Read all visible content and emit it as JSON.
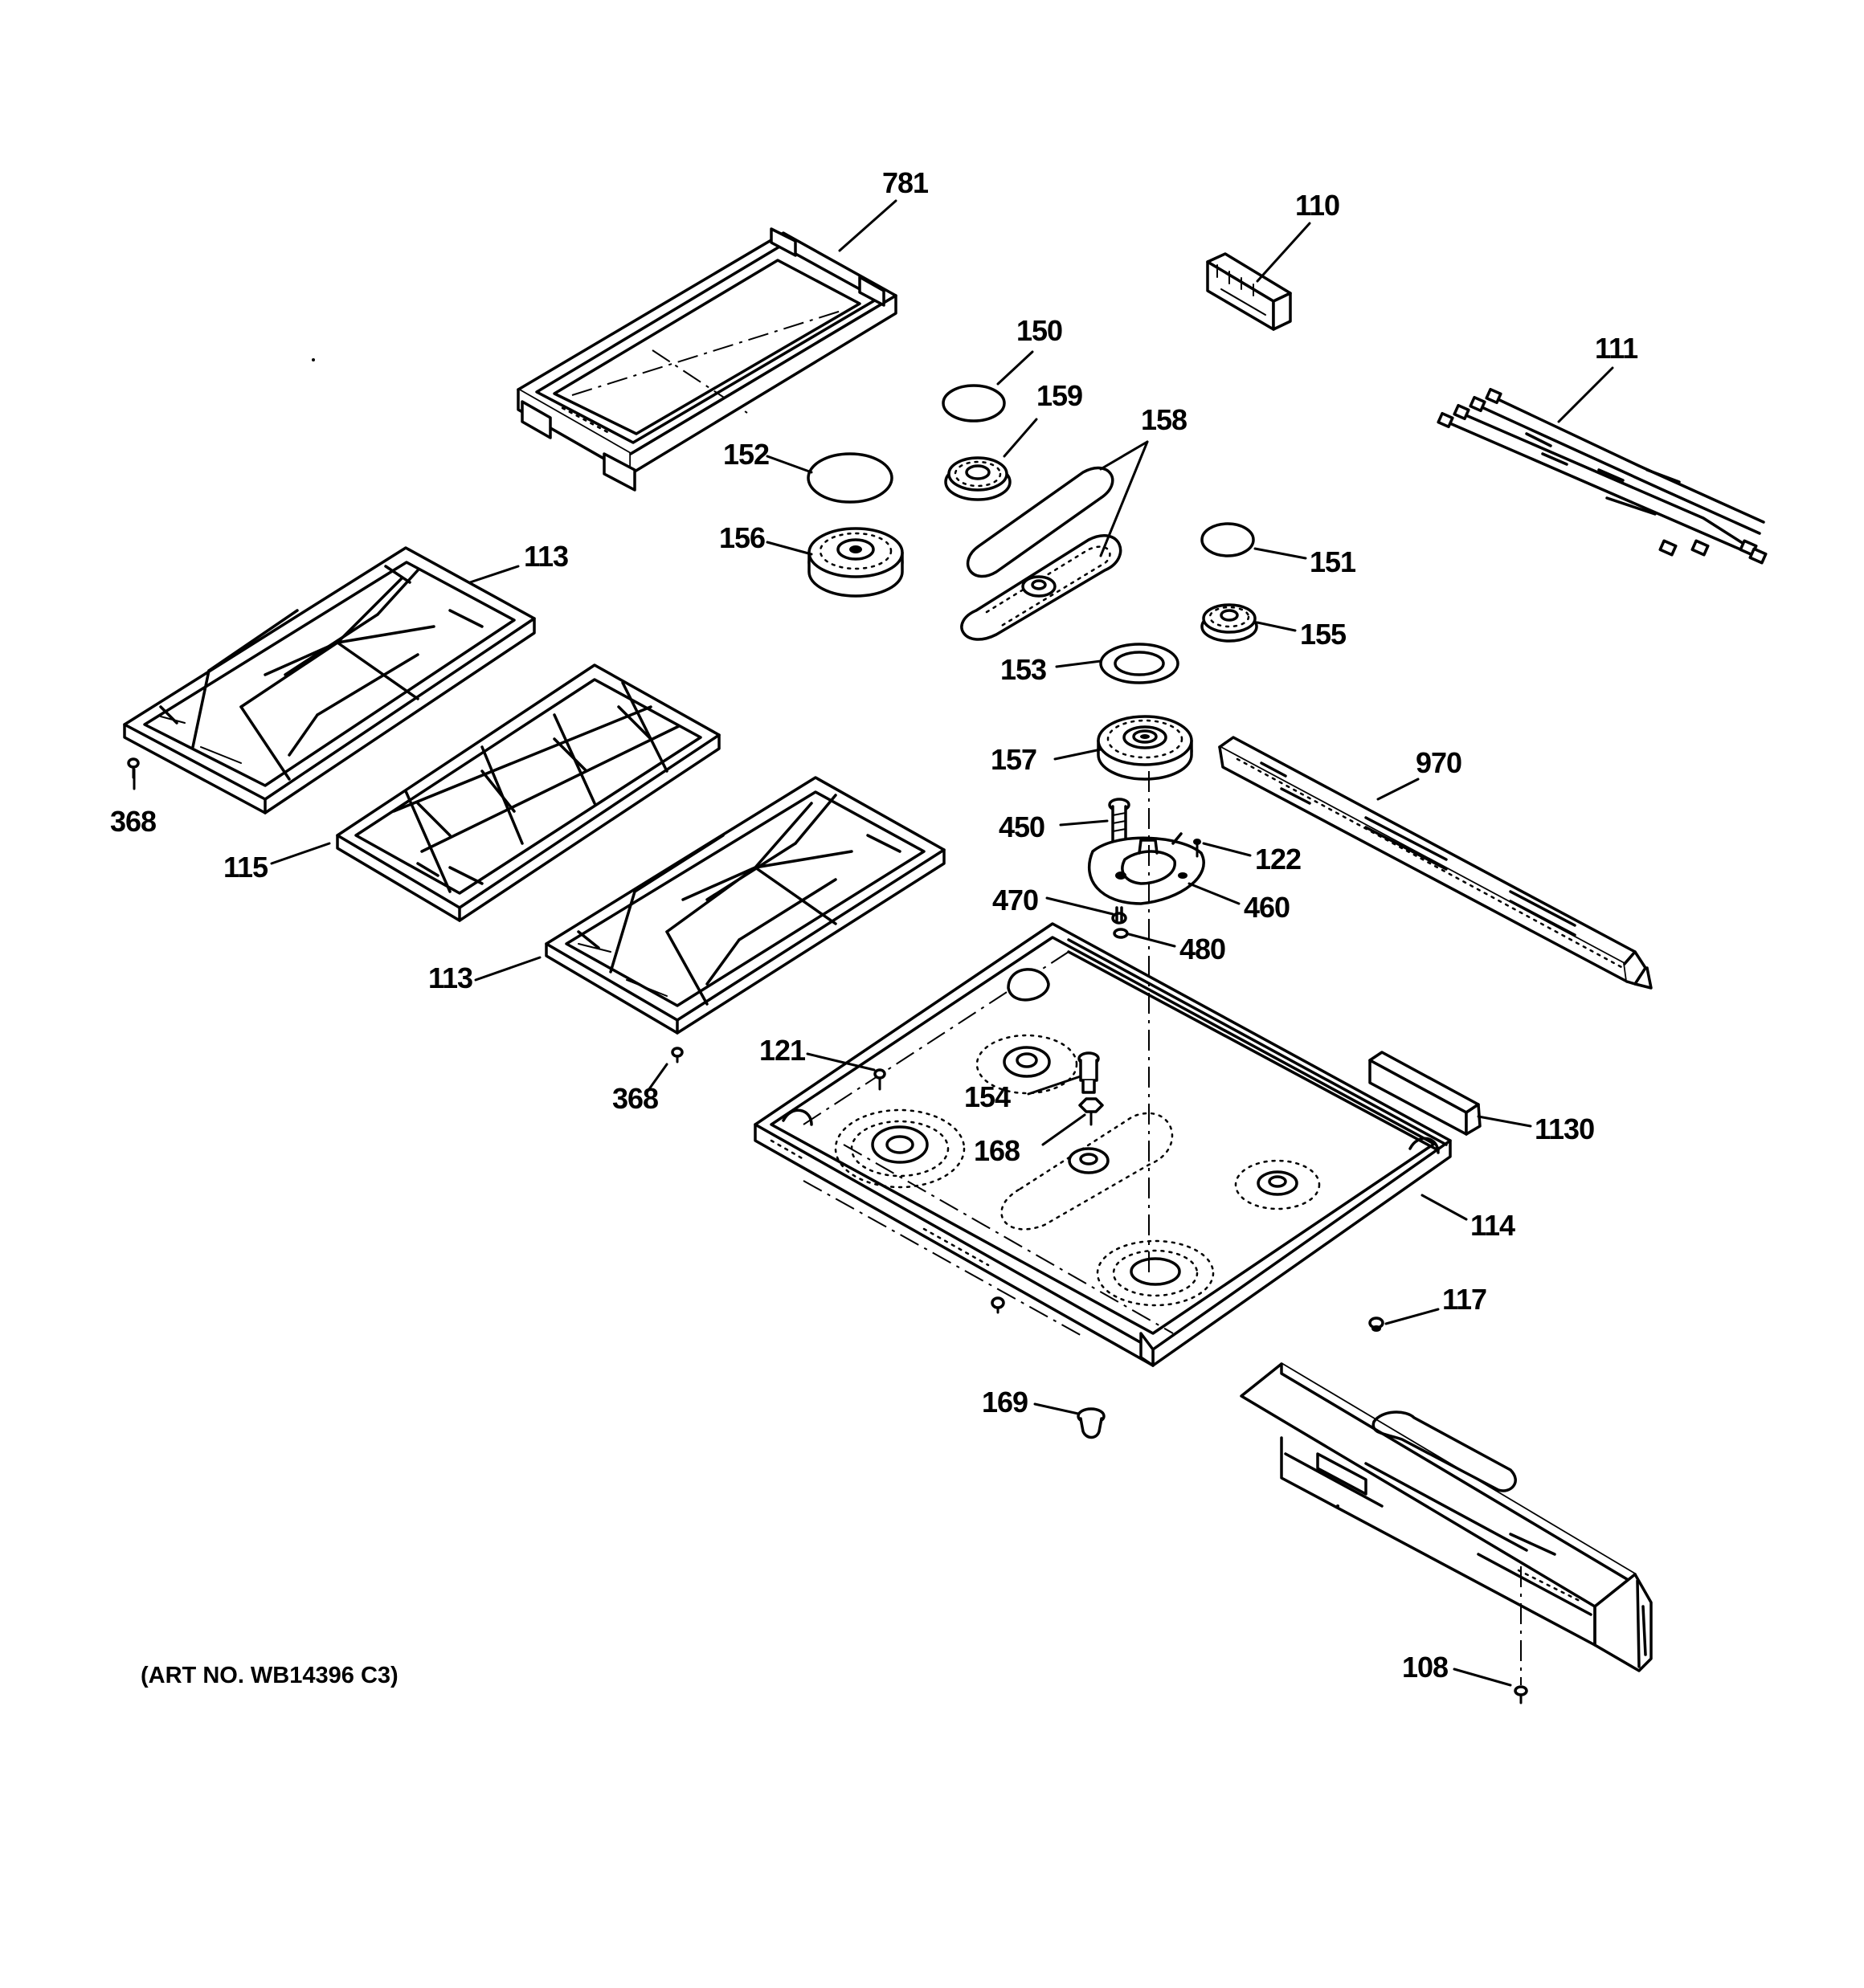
{
  "diagram": {
    "art_number": "(ART NO. WB14396 C3)",
    "labels": {
      "p781": "781",
      "p110": "110",
      "p150": "150",
      "p111": "111",
      "p159": "159",
      "p158": "158",
      "p152": "152",
      "p156": "156",
      "p113a": "113",
      "p151": "151",
      "p155": "155",
      "p153": "153",
      "p157": "157",
      "p970": "970",
      "p368a": "368",
      "p115": "115",
      "p450": "450",
      "p122": "122",
      "p470": "470",
      "p460": "460",
      "p480": "480",
      "p113b": "113",
      "p121": "121",
      "p154": "154",
      "p368b": "368",
      "p1130": "1130",
      "p168": "168",
      "p114": "114",
      "p117": "117",
      "p169": "169",
      "p108": "108"
    }
  }
}
